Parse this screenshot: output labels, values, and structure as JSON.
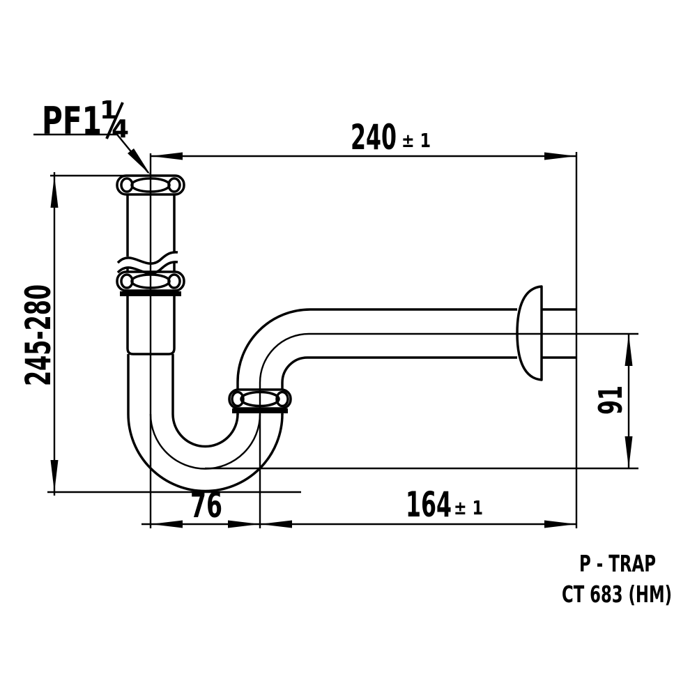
{
  "sheet": {
    "background": "#ffffff",
    "ink": "#000000"
  },
  "callout": {
    "thread_size_prefix": "PF1",
    "thread_fraction_numerator": "1",
    "thread_fraction_denominator": "4"
  },
  "dimensions": {
    "overall_width": {
      "value": "240",
      "tolerance": "± 1"
    },
    "inlet_height": {
      "value": "245-280"
    },
    "outlet_drop": {
      "value": "91"
    },
    "trap_offset": {
      "value": "76"
    },
    "outlet_length": {
      "value": "164",
      "tolerance": "± 1"
    }
  },
  "title_block": {
    "product_name": "P - TRAP",
    "model_code": "CT 683 (HM)"
  }
}
